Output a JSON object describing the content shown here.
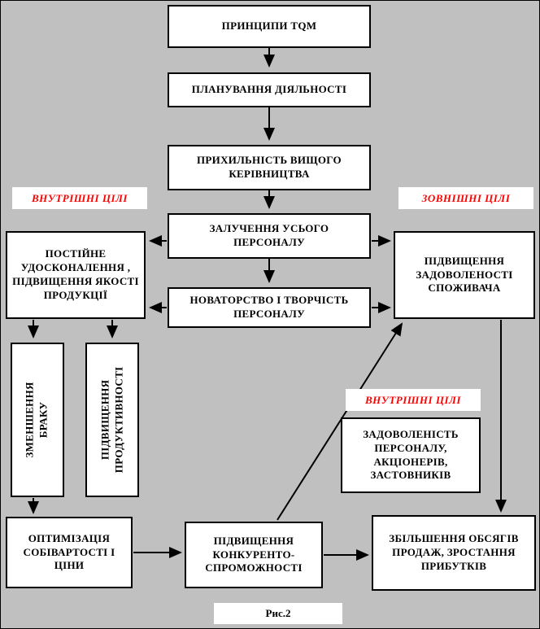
{
  "colors": {
    "background": "#c0c0c0",
    "box_fill": "#ffffff",
    "box_border": "#000000",
    "accent_red": "#ff0000",
    "text": "#000000"
  },
  "diagram": {
    "nodes": {
      "tqm": {
        "text": "ПРИНЦИПИ  ТQM"
      },
      "planning": {
        "text": "ПЛАНУВАННЯ ДІЯЛЬНОСТІ"
      },
      "commitment": {
        "text": "ПРИХИЛЬНІСТЬ  ВИЩОГО КЕРІВНИЦТВА"
      },
      "involvement": {
        "text": "ЗАЛУЧЕННЯ УСЬОГО ПЕРСОНАЛУ"
      },
      "innovation": {
        "text": "НОВАТОРСТВО  І ТВОРЧІСТЬ ПЕРСОНАЛУ"
      },
      "improvement": {
        "text": "ПОСТІЙНЕ УДОСКОНАЛЕННЯ , ПІДВИЩЕННЯ ЯКОСТІ ПРОДУКЦІЇ"
      },
      "satisfaction": {
        "text": "ПІДВИЩЕННЯ ЗАДОВОЛЕНОСТІ СПОЖИВАЧА"
      },
      "defects": {
        "text": "ЗМЕНШЕННЯ БРАКУ"
      },
      "productivity": {
        "text": "ПІДВИЩЕННЯ ПРОДУКТИВНОСТІ"
      },
      "stakeholders": {
        "text": "ЗАДОВОЛЕНІСТЬ ПЕРСОНАЛУ, АКЦІОНЕРІВ, ЗАСТОВНИКІВ"
      },
      "cost": {
        "text": "ОПТИМІЗАЦІЯ СОБІВАРТОСТІ І ЦІНИ"
      },
      "competitiveness": {
        "text": "ПІДВИЩЕННЯ КОНКУРЕНТО-СПРОМОЖНОСТІ"
      },
      "sales": {
        "text": "ЗБІЛЬШЕННЯ ОБСЯГІВ ПРОДАЖ, ЗРОСТАННЯ ПРИБУТКІВ"
      }
    },
    "labels": {
      "internal_left": {
        "text": "ВНУТРІШНІ ЦІЛІ"
      },
      "external_right": {
        "text": "ЗОВНІШНІ ЦІЛІ"
      },
      "internal_mid": {
        "text": "ВНУТРІШНІ ЦІЛІ"
      }
    },
    "caption": "Рис.2",
    "edges": [
      {
        "from": "tqm",
        "to": "planning"
      },
      {
        "from": "planning",
        "to": "commitment"
      },
      {
        "from": "commitment",
        "to": "involvement"
      },
      {
        "from": "involvement",
        "to": "innovation"
      },
      {
        "from": "involvement",
        "to": "improvement"
      },
      {
        "from": "involvement",
        "to": "satisfaction"
      },
      {
        "from": "innovation",
        "to": "improvement"
      },
      {
        "from": "innovation",
        "to": "satisfaction"
      },
      {
        "from": "improvement",
        "to": "defects"
      },
      {
        "from": "improvement",
        "to": "productivity"
      },
      {
        "from": "defects",
        "to": "cost"
      },
      {
        "from": "cost",
        "to": "competitiveness"
      },
      {
        "from": "competitiveness",
        "to": "sales"
      },
      {
        "from": "competitiveness",
        "to": "satisfaction"
      },
      {
        "from": "satisfaction",
        "to": "sales"
      }
    ]
  }
}
